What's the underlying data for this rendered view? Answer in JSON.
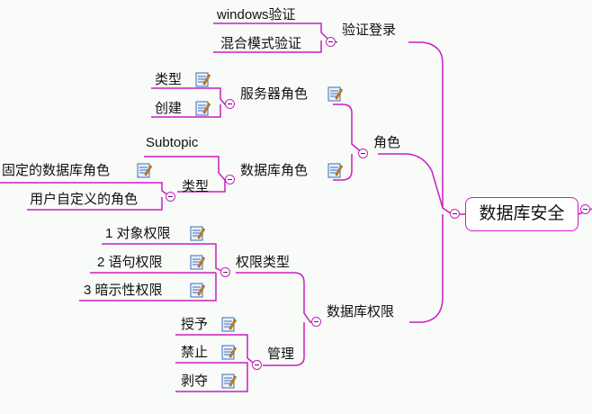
{
  "root": {
    "label": "数据库安全"
  },
  "branches": {
    "auth": {
      "label": "验证登录",
      "children": [
        "windows验证",
        "混合模式验证"
      ]
    },
    "roles": {
      "label": "角色",
      "server_role": {
        "label": "服务器角色",
        "children": [
          "类型",
          "创建"
        ]
      },
      "db_role": {
        "label": "数据库角色",
        "subtopic": "Subtopic",
        "type": {
          "label": "类型",
          "children": [
            "固定的数据库角色",
            "用户自定义的角色"
          ]
        }
      }
    },
    "perm": {
      "label": "数据库权限",
      "perm_type": {
        "label": "权限类型",
        "children": [
          "1 对象权限",
          "2  语句权限",
          "3  暗示性权限"
        ]
      },
      "manage": {
        "label": "管理",
        "children": [
          "授予",
          "禁止",
          "剥夺"
        ]
      }
    }
  },
  "colors": {
    "connector": "#cc1cc2",
    "background": "#f8fbf8"
  },
  "icons": {
    "note": "note-icon",
    "collapse": "collapse-icon"
  }
}
